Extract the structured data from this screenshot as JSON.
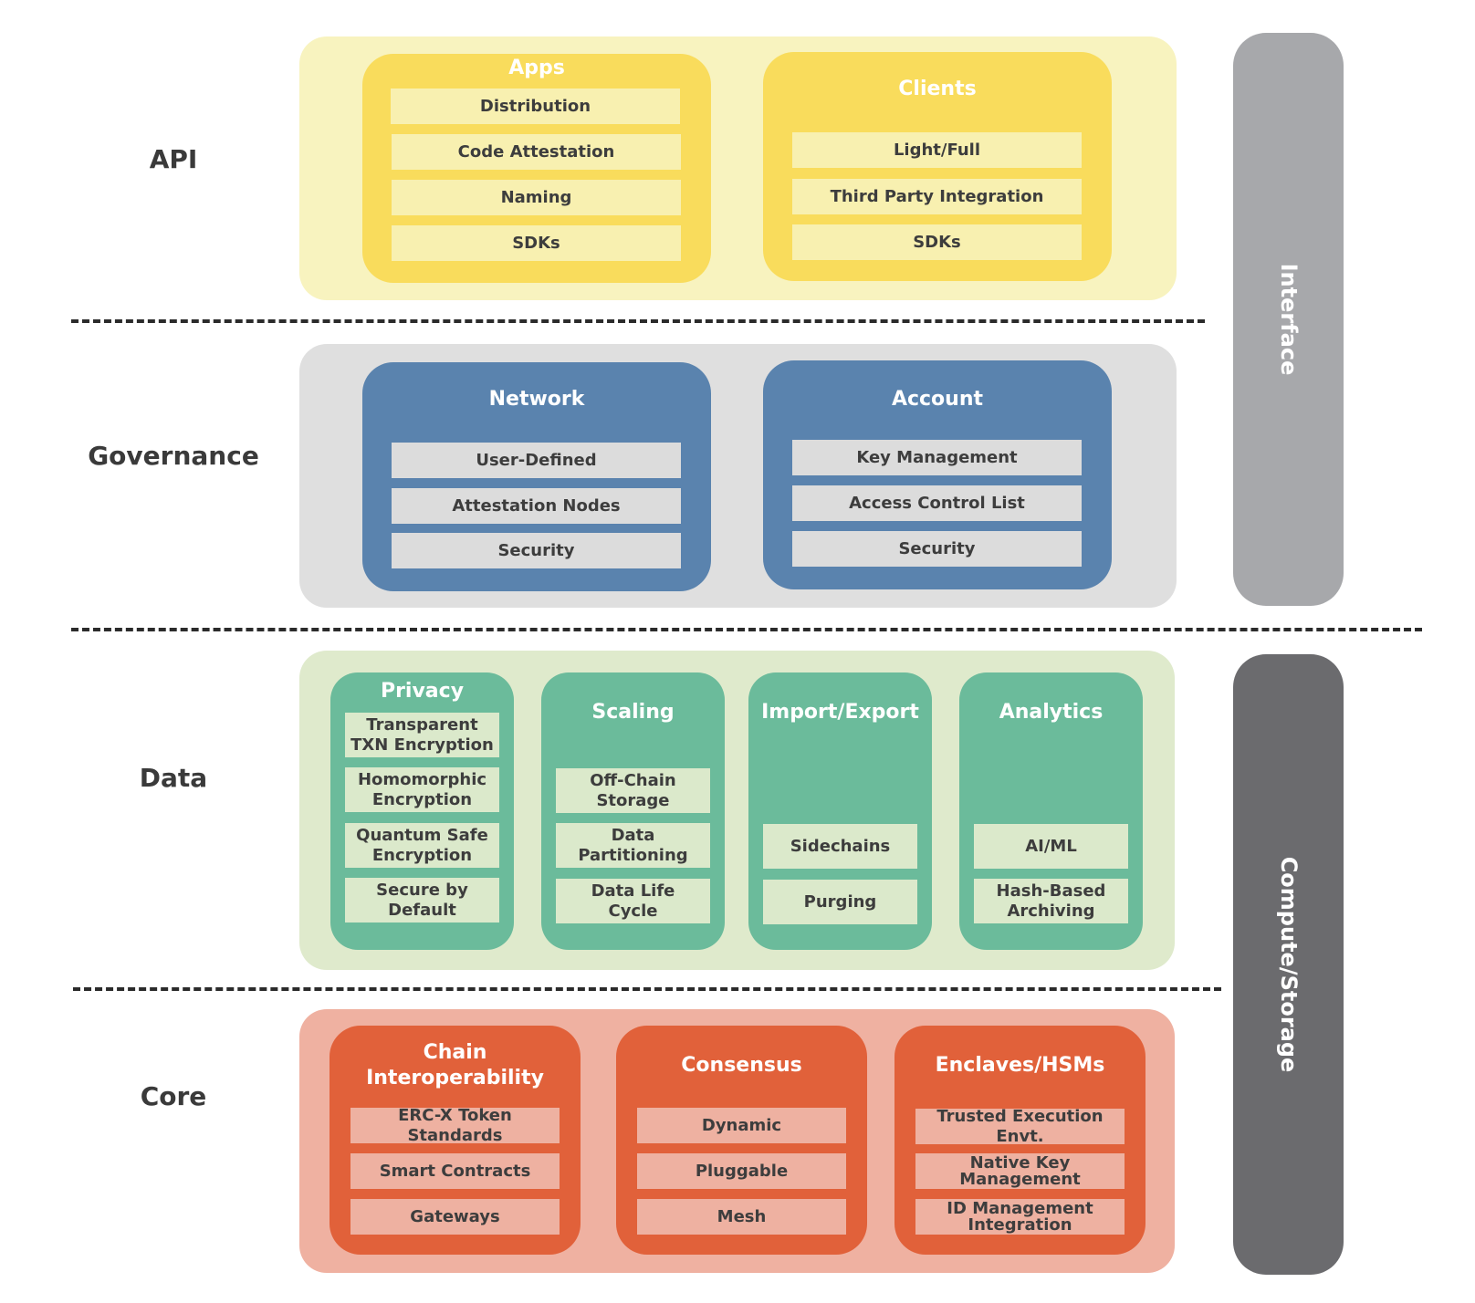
{
  "layers": {
    "api": "API",
    "governance": "Governance",
    "data": "Data",
    "core": "Core"
  },
  "sidebars": {
    "interface": "Interface",
    "compute": "Compute/Storage"
  },
  "apps": {
    "title": "Apps",
    "items": [
      "Distribution",
      "Code Attestation",
      "Naming",
      "SDKs"
    ]
  },
  "clients": {
    "title": "Clients",
    "items": [
      "Light/Full",
      "Third Party Integration",
      "SDKs"
    ]
  },
  "network": {
    "title": "Network",
    "items": [
      "User-Defined",
      "Attestation Nodes",
      "Security"
    ]
  },
  "account": {
    "title": "Account",
    "items": [
      "Key Management",
      "Access Control List",
      "Security"
    ]
  },
  "privacy": {
    "title": "Privacy",
    "items": [
      "Transparent\nTXN Encryption",
      "Homomorphic\nEncryption",
      "Quantum Safe\nEncryption",
      "Secure by\nDefault"
    ]
  },
  "scaling": {
    "title": "Scaling",
    "items": [
      "Off-Chain\nStorage",
      "Data\nPartitioning",
      "Data Life\nCycle"
    ]
  },
  "importexport": {
    "title": "Import/Export",
    "items": [
      "Sidechains",
      "Purging"
    ]
  },
  "analytics": {
    "title": "Analytics",
    "items": [
      "AI/ML",
      "Hash-Based\nArchiving"
    ]
  },
  "chain": {
    "title": "Chain\nInteroperability",
    "items": [
      "ERC-X Token Standards",
      "Smart Contracts",
      "Gateways"
    ]
  },
  "consensus": {
    "title": "Consensus",
    "items": [
      "Dynamic",
      "Pluggable",
      "Mesh"
    ]
  },
  "enclaves": {
    "title": "Enclaves/HSMs",
    "items": [
      "Trusted Execution Envt.",
      "Native Key\nManagement",
      "ID Management\nIntegration"
    ]
  },
  "colors": {
    "api_band": "#f8f3bf",
    "api_group": "#f9dc5c",
    "api_item": "#f8f0b0",
    "gov_band": "#dfdfdf",
    "gov_group": "#5a83ae",
    "gov_item": "#dcdcdc",
    "data_band": "#dfeacc",
    "data_group": "#6bbb9b",
    "data_item": "#dbe9cb",
    "core_band": "#efb1a1",
    "core_group": "#e1613a",
    "core_item": "#eeb1a1",
    "interface_bar": "#a7a8ab",
    "compute_bar": "#6b6b6e"
  }
}
